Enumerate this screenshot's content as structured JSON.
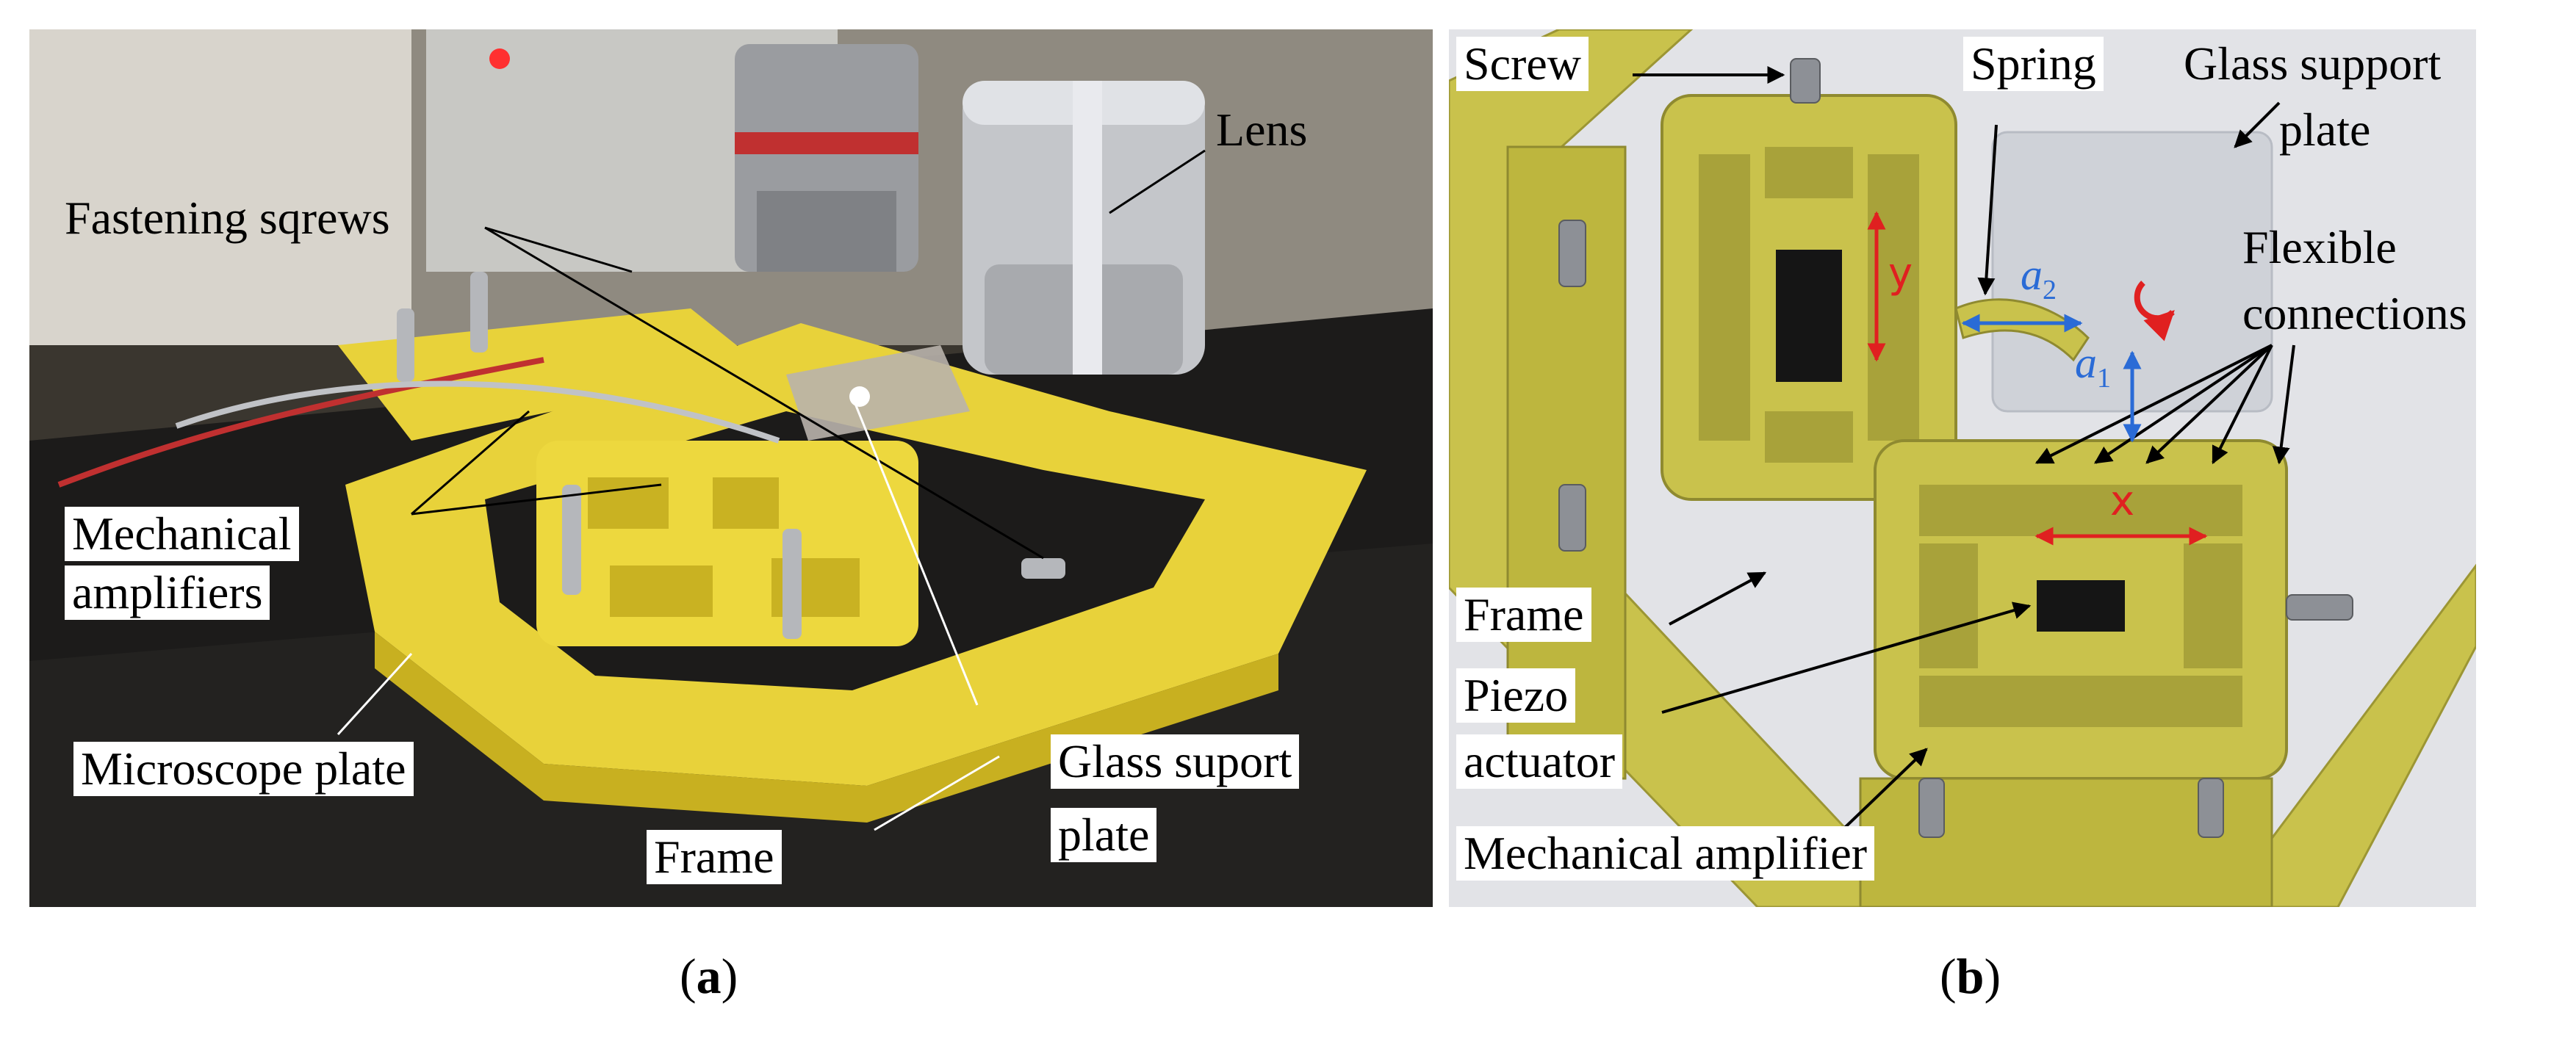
{
  "panel_a": {
    "labels": {
      "fastening": "Fastening sqrews",
      "lens": "Lens",
      "mech_amp_1": "Mechanical",
      "mech_amp_2": "amplifiers",
      "microscope_plate": "Microscope plate",
      "glass_1": "Glass suport",
      "glass_2": "plate",
      "frame": "Frame"
    },
    "caption_letter": "a"
  },
  "panel_b": {
    "labels": {
      "screw": "Screw",
      "spring": "Spring",
      "glass_1": "Glass support",
      "glass_2": "plate",
      "flex_1": "Flexible",
      "flex_2": "connections",
      "frame": "Frame",
      "piezo_1": "Piezo",
      "piezo_2": "actuator",
      "mech_amp": "Mechanical amplifier",
      "a1_sym": "a",
      "a1_sub": "1",
      "a2_sym": "a",
      "a2_sub": "2",
      "x": "x",
      "y": "y"
    },
    "caption_letter": "b"
  },
  "colors": {
    "printed_yellow": "#e8d23a",
    "cad_yellow": "#c9c24c",
    "annotation_blue": "#2a6bd6",
    "annotation_red": "#e02020"
  }
}
